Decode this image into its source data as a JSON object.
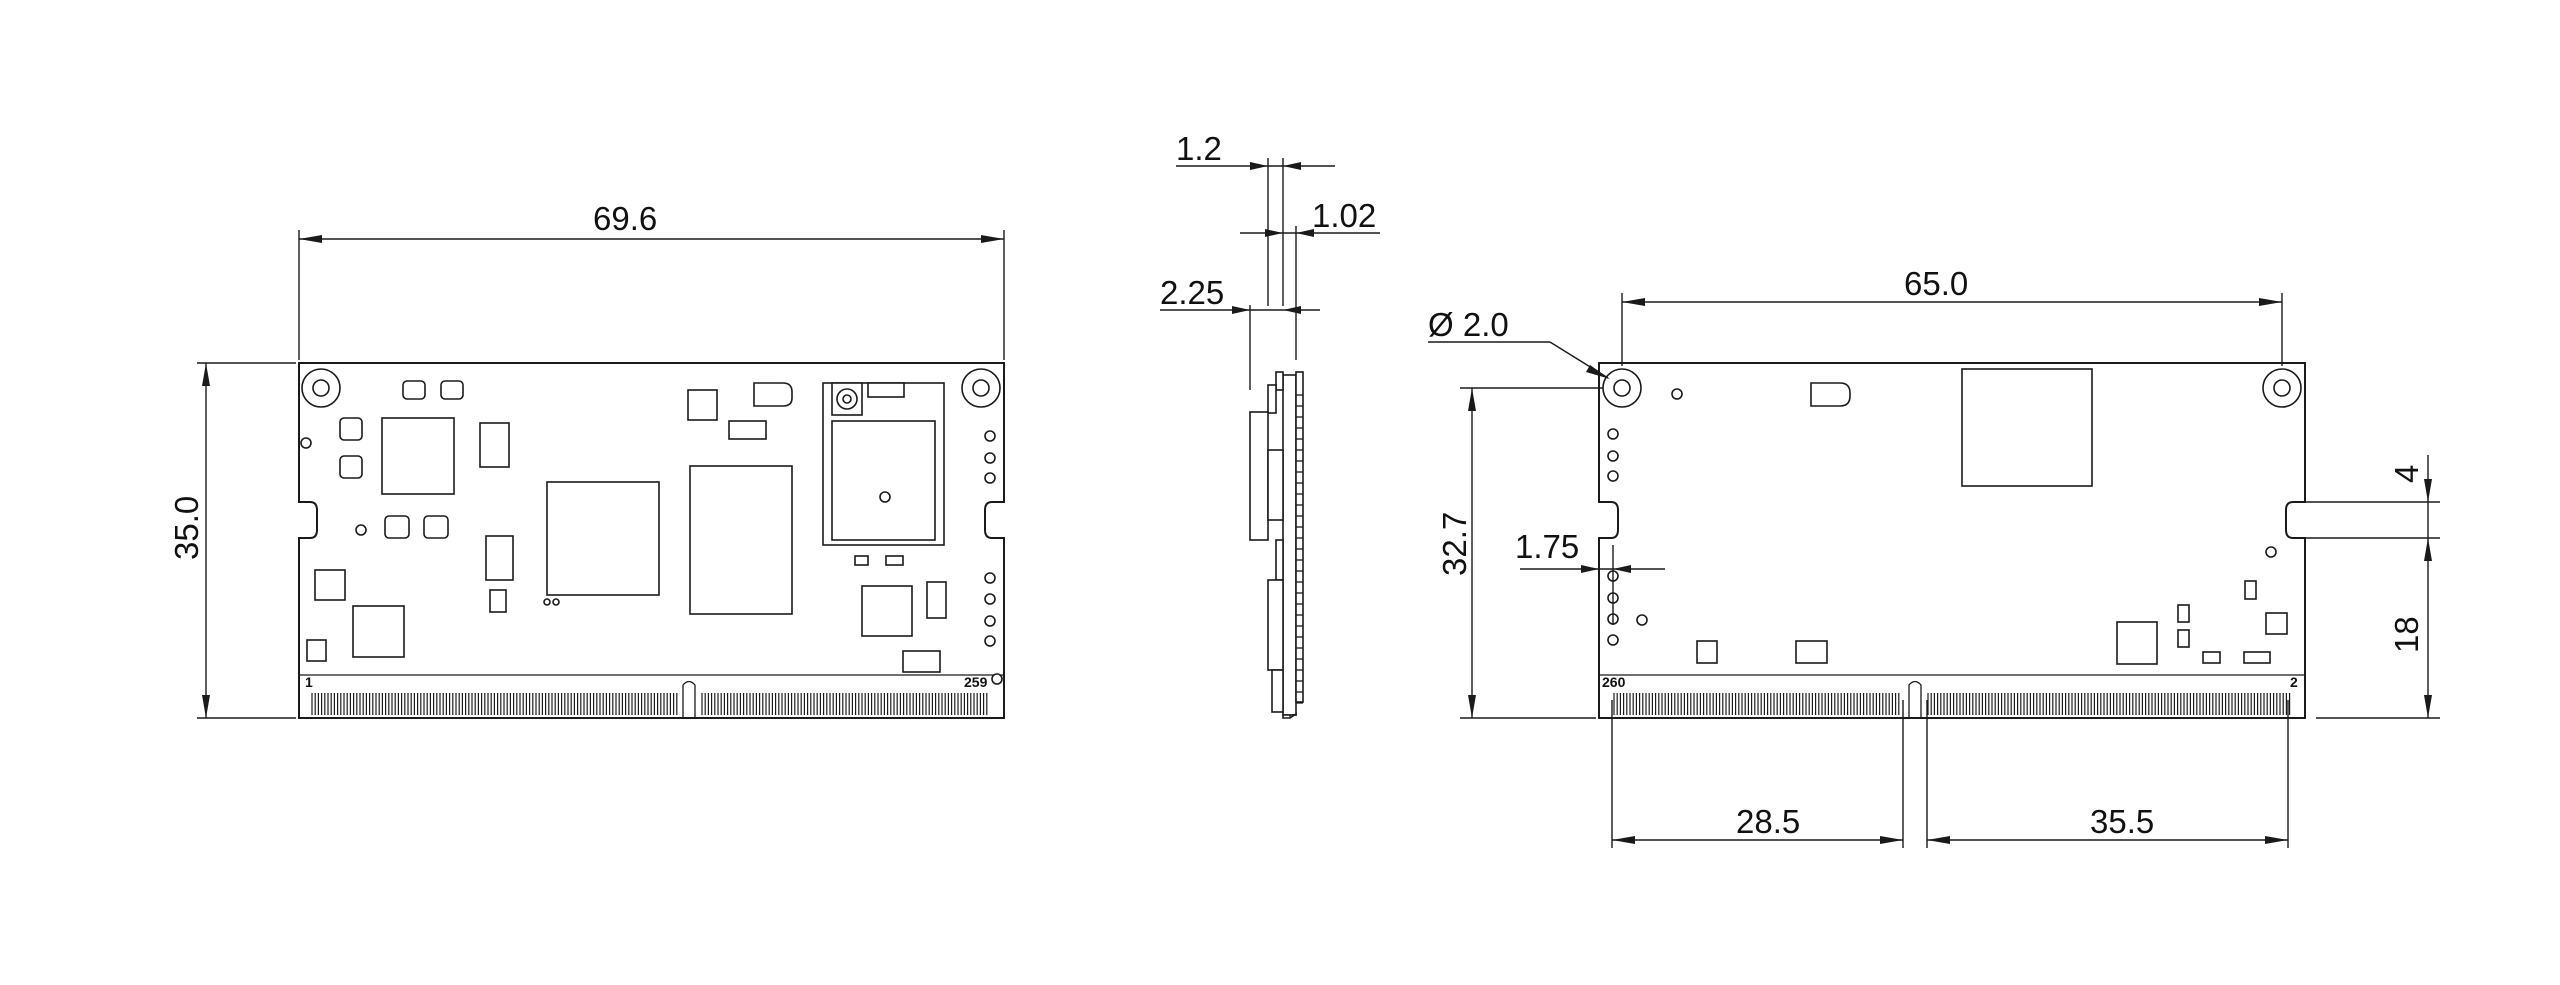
{
  "colors": {
    "line": "#1a1a1a",
    "background": "#ffffff"
  },
  "front_view": {
    "width_label": "69.6",
    "height_label": "35.0",
    "pin_first": "1",
    "pin_last": "259"
  },
  "side_view": {
    "thickness_top": "1.2",
    "thickness_right": "1.02",
    "thickness_left": "2.25"
  },
  "back_view": {
    "hole_span_label": "65.0",
    "hole_diameter_label": "Ø 2.0",
    "height_label": "32.7",
    "edge_offset_label": "1.75",
    "notch_label": "4",
    "notch_to_bottom_label": "18",
    "left_segment_label": "28.5",
    "right_segment_label": "35.5",
    "pin_first": "260",
    "pin_last": "2"
  }
}
